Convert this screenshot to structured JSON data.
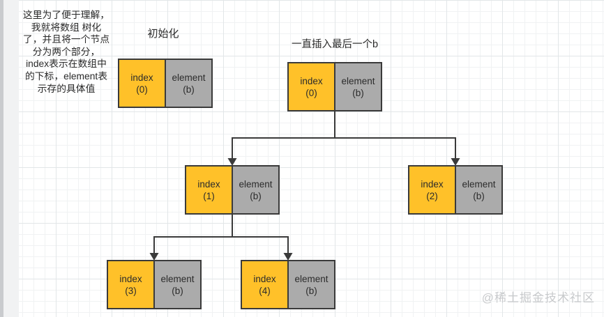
{
  "colors": {
    "index_bg": "#ffc129",
    "element_bg": "#ababab",
    "border": "#3a3a3a",
    "connector": "#3a3a3a",
    "watermark": "#c8cacc"
  },
  "annotation": {
    "lines": [
      "这里为了便于理解，",
      "我就将数组 树化",
      "了，并且将一个节点",
      "分为两个部分，",
      "index表示在数组中",
      "的下标，element表",
      "示存的具体值"
    ]
  },
  "sections": {
    "init_title": "初始化",
    "insert_title": "一直插入最后一个b"
  },
  "nodes": [
    {
      "name": "init-node",
      "index_label": "index",
      "index_value": "(0)",
      "element_label": "element",
      "element_value": "(b)"
    },
    {
      "name": "tree-root",
      "index_label": "index",
      "index_value": "(0)",
      "element_label": "element",
      "element_value": "(b)"
    },
    {
      "name": "tree-node-1",
      "index_label": "index",
      "index_value": "(1)",
      "element_label": "element",
      "element_value": "(b)"
    },
    {
      "name": "tree-node-2",
      "index_label": "index",
      "index_value": "(2)",
      "element_label": "element",
      "element_value": "(b)"
    },
    {
      "name": "tree-node-3",
      "index_label": "index",
      "index_value": "(3)",
      "element_label": "element",
      "element_value": "(b)"
    },
    {
      "name": "tree-node-4",
      "index_label": "index",
      "index_value": "(4)",
      "element_label": "element",
      "element_value": "(b)"
    }
  ],
  "watermark": "@稀土掘金技术社区"
}
